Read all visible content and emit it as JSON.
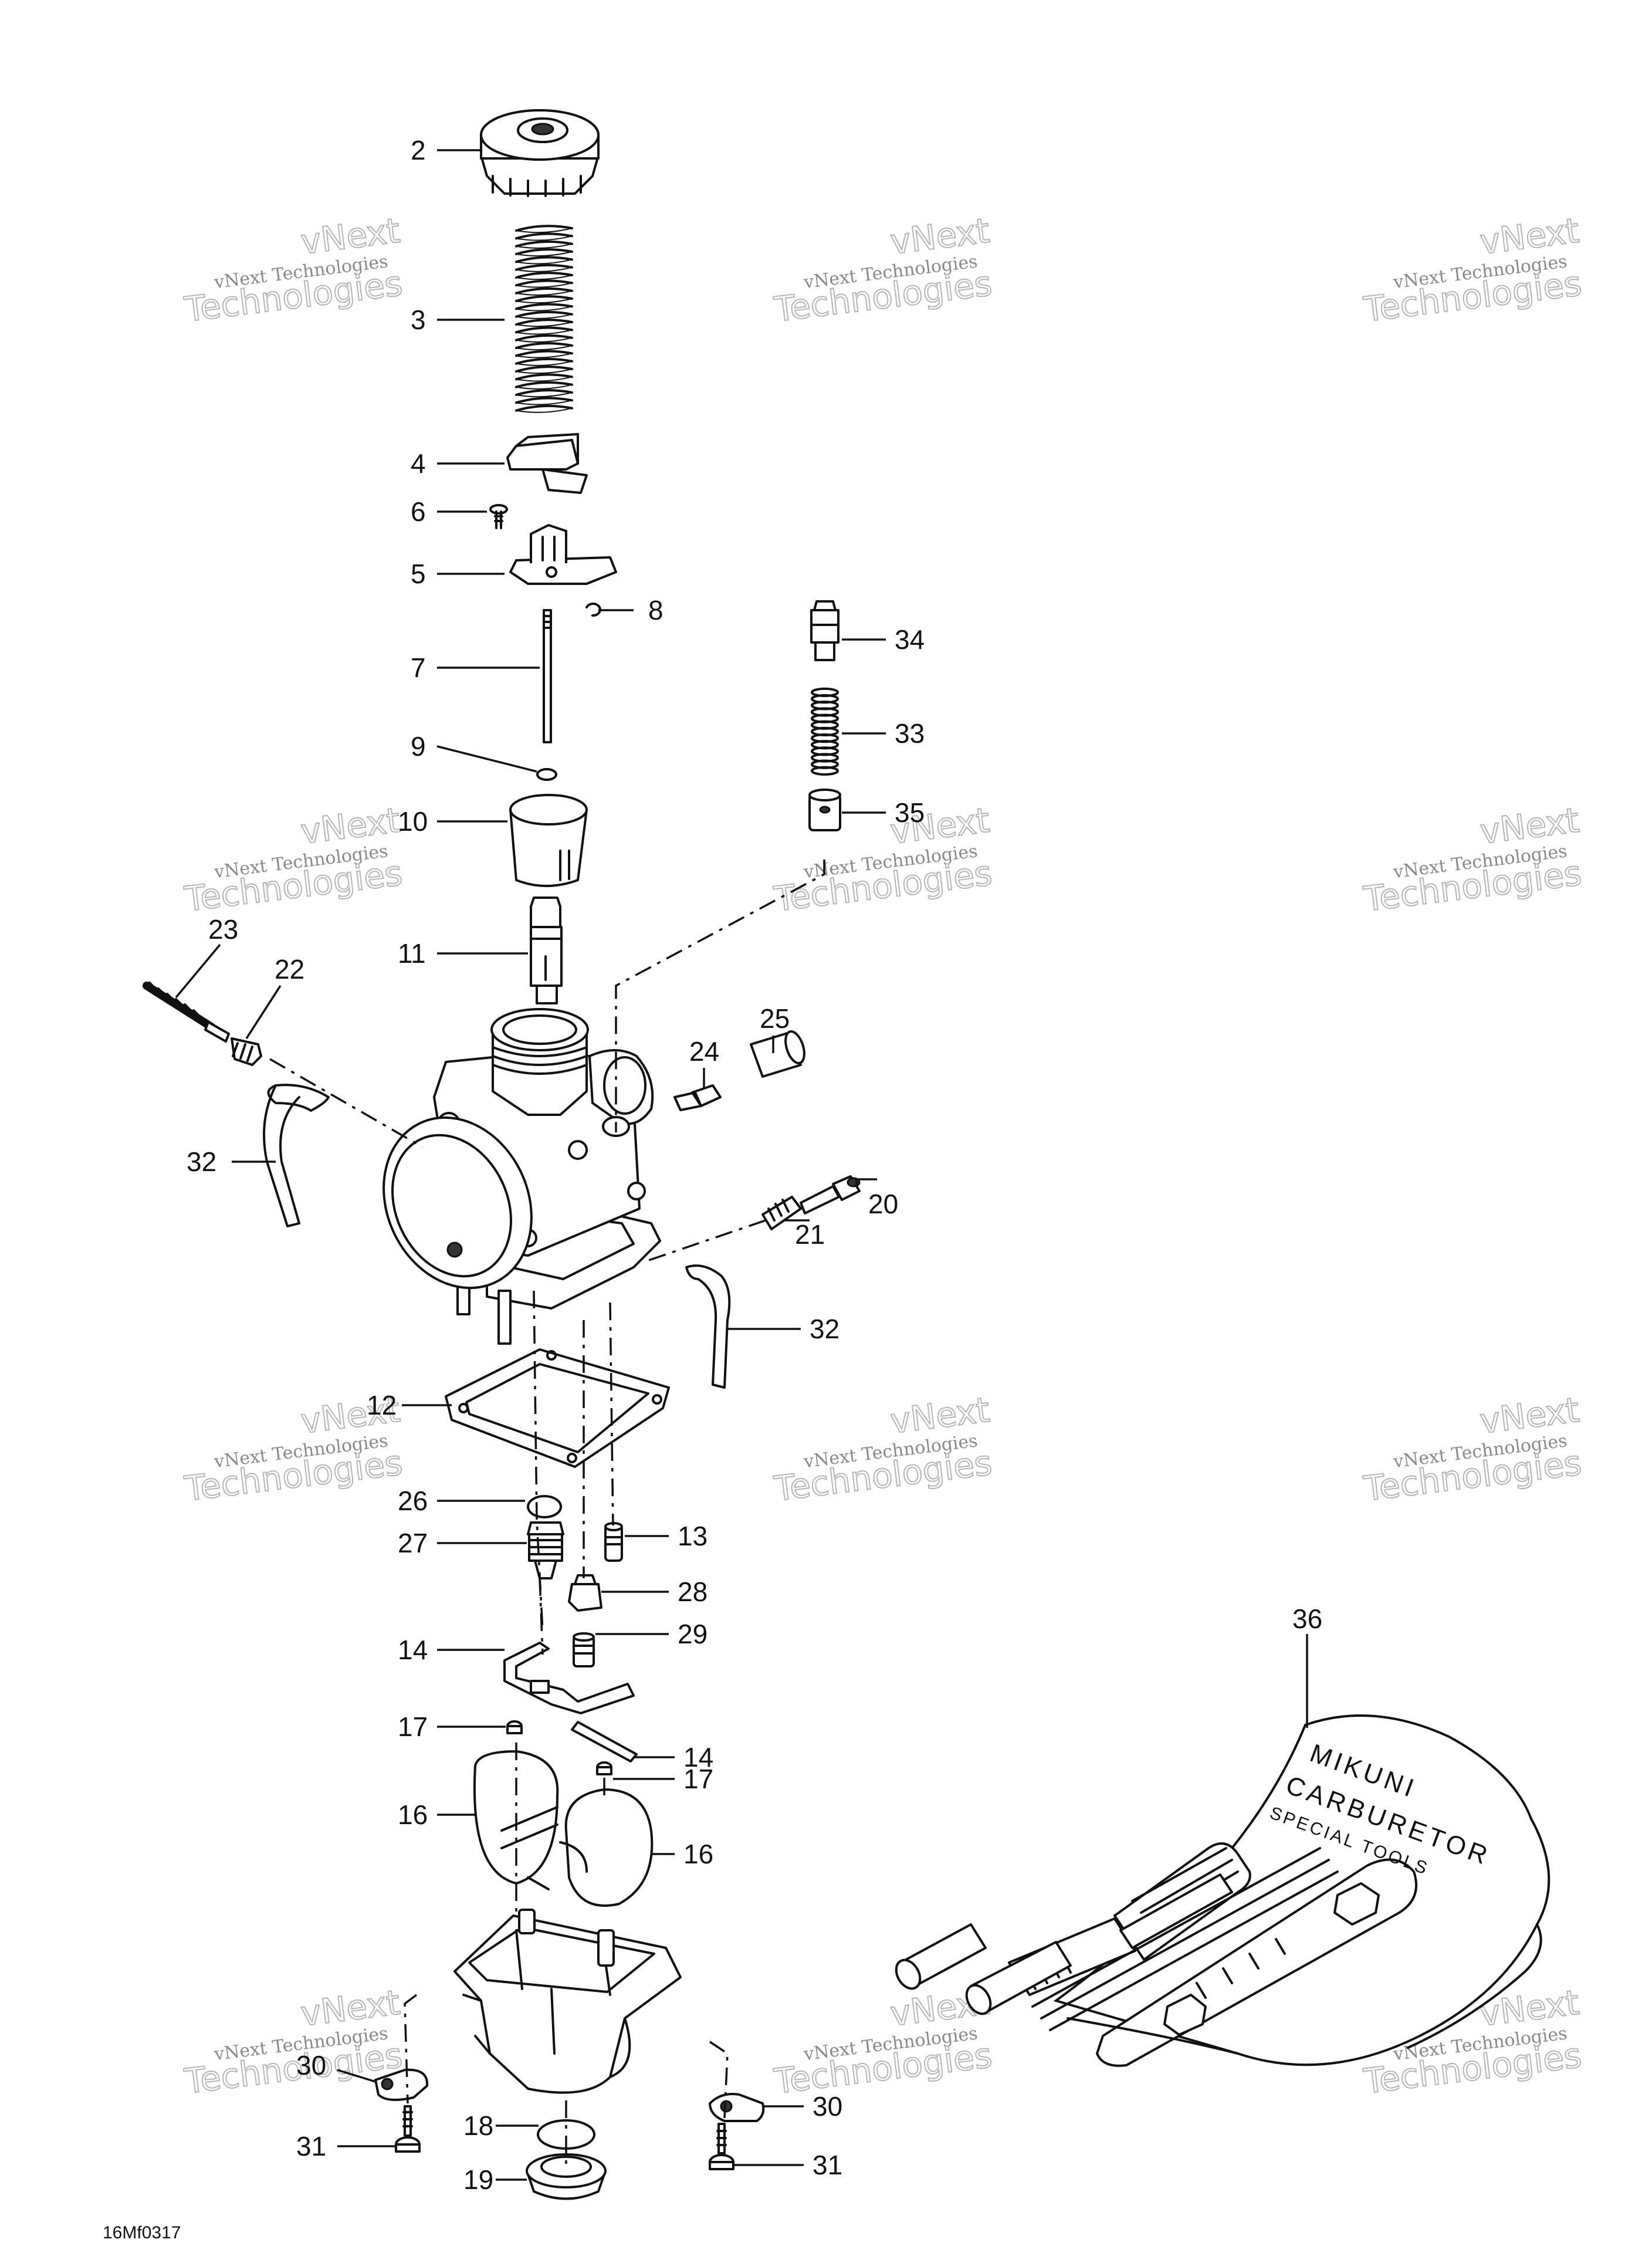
{
  "watermark": {
    "line1": "vNext",
    "line2": "vNext Technologies",
    "line3": "Technologies"
  },
  "drawing_code": "16Mf0317",
  "labels": {
    "p2": "2",
    "p3": "3",
    "p4": "4",
    "p6": "6",
    "p5": "5",
    "p8": "8",
    "p7": "7",
    "p9": "9",
    "p10": "10",
    "p11": "11",
    "p34": "34",
    "p33": "33",
    "p35": "35",
    "p23": "23",
    "p22": "22",
    "p25": "25",
    "p24": "24",
    "p32a": "32",
    "p20": "20",
    "p21": "21",
    "p32b": "32",
    "p12": "12",
    "p26": "26",
    "p27": "27",
    "p13": "13",
    "p28": "28",
    "p29": "29",
    "p14a": "14",
    "p14b": "14",
    "p36": "36",
    "p17a": "17",
    "p17b": "17",
    "p16a": "16",
    "p16b": "16",
    "p30a": "30",
    "p30b": "30",
    "p18": "18",
    "p31a": "31",
    "p19": "19",
    "p31b": "31"
  },
  "tool_text": {
    "line1": "MIKUNI",
    "line2": "CARBURETOR",
    "line3": "SPECIAL TOOLS"
  },
  "colors": {
    "ink": "#111111",
    "watermark": "#b5b5b5",
    "background": "#ffffff"
  }
}
